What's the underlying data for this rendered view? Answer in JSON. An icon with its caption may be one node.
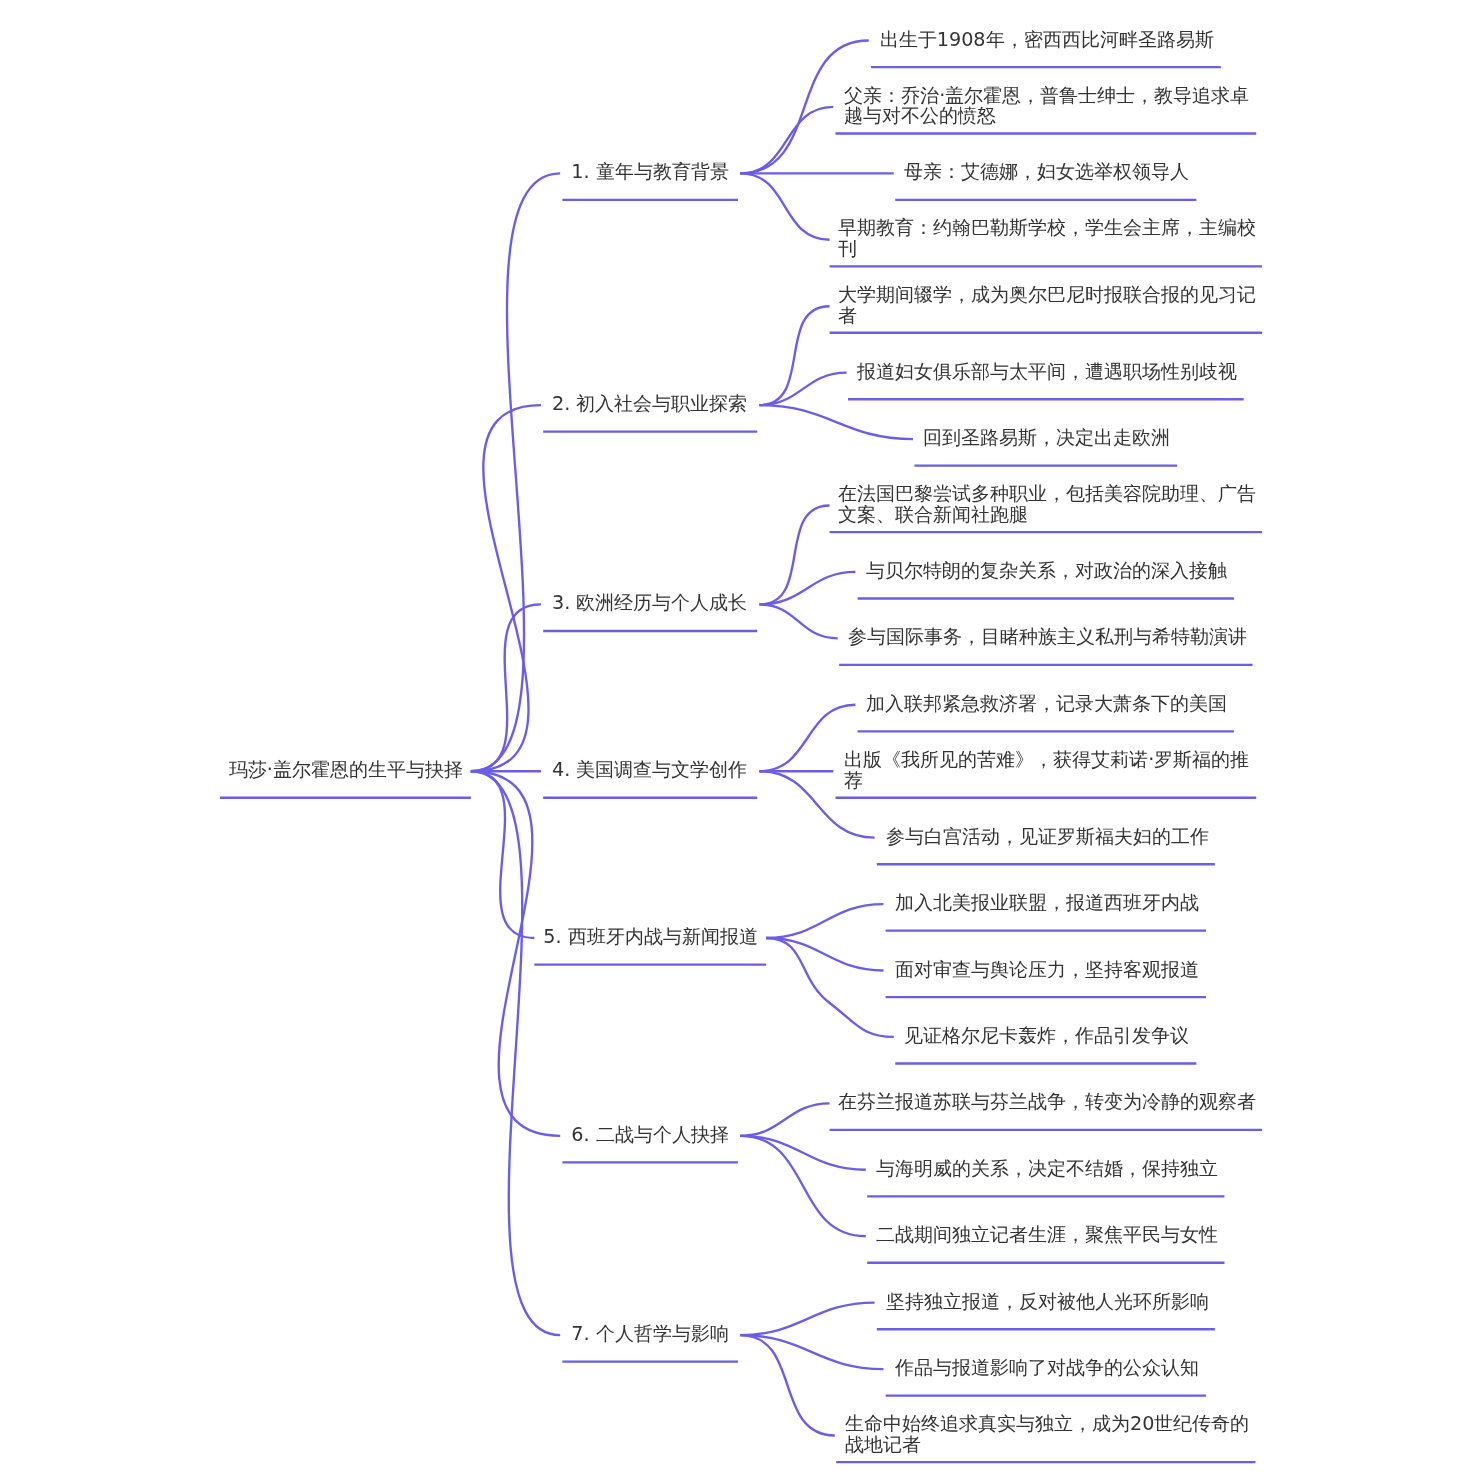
{
  "diagram": {
    "nodes": [
      {
        "text": [
          "玛莎·盖尔霍恩的生平与抉择"
        ]
      },
      {
        "text": [
          "1. 童年与教育背景"
        ]
      },
      {
        "text": [
          "出生于1908年，密西西比河畔圣路易斯"
        ]
      },
      {
        "text": [
          "父亲：乔治·盖尔霍恩，普鲁士绅士，教导追求卓越与对不公的愤怒"
        ]
      },
      {
        "text": [
          "母亲：艾德娜，妇女选举权领导人"
        ]
      },
      {
        "text": [
          "早期教育：约翰巴勒斯学校，学生会主席，主编校刊"
        ]
      },
      {
        "text": [
          "2. 初入社会与职业探索"
        ]
      },
      {
        "text": [
          "大学期间辍学，成为奥尔巴尼时报联合报的见习记者"
        ]
      },
      {
        "text": [
          "报道妇女俱乐部与太平间，遭遇职场性别歧视"
        ]
      },
      {
        "text": [
          "回到圣路易斯，决定出走欧洲"
        ]
      },
      {
        "text": [
          "3. 欧洲经历与个人成长"
        ]
      },
      {
        "text": [
          "在法国巴黎尝试多种职业，包括美容院助理、广告文案、联合新闻社跑腿"
        ]
      },
      {
        "text": [
          "与贝尔特朗的复杂关系，对政治的深入接触"
        ]
      },
      {
        "text": [
          "参与国际事务，目睹种族主义私刑与希特勒演讲"
        ]
      },
      {
        "text": [
          "4. 美国调查与文学创作"
        ]
      },
      {
        "text": [
          "加入联邦紧急救济署，记录大萧条下的美国"
        ]
      },
      {
        "text": [
          "出版《我所见的苦难》，获得艾莉诺·罗斯福的推荐"
        ]
      },
      {
        "text": [
          "参与白宫活动，见证罗斯福夫妇的工作"
        ]
      },
      {
        "text": [
          "5. 西班牙内战与新闻报道"
        ]
      },
      {
        "text": [
          "加入北美报业联盟，报道西班牙内战"
        ]
      },
      {
        "text": [
          "面对审查与舆论压力，坚持客观报道"
        ]
      },
      {
        "text": [
          "见证格尔尼卡轰炸，作品引发争议"
        ]
      },
      {
        "text": [
          "6. 二战与个人抉择"
        ]
      },
      {
        "text": [
          "在芬兰报道苏联与芬兰战争，转变为冷静的观察者"
        ]
      },
      {
        "text": [
          "与海明威的关系，决定不结婚，保持独立"
        ]
      },
      {
        "text": [
          "二战期间独立记者生涯，聚焦平民与女性"
        ]
      },
      {
        "text": [
          "7. 个人哲学与影响"
        ]
      },
      {
        "text": [
          "坚持独立报道，反对被他人光环所影响"
        ]
      },
      {
        "text": [
          "作品与报道影响了对战争的公众认知"
        ]
      },
      {
        "text": [
          "生命中始终追求真实与独立，成为20世纪传奇的战地记者"
        ]
      }
    ],
    "edges": [
      {
        "from": 0,
        "to": 1,
        "arrow": "none"
      },
      {
        "from": 1,
        "to": 2,
        "arrow": "none"
      },
      {
        "from": 1,
        "to": 3,
        "arrow": "none"
      },
      {
        "from": 1,
        "to": 4,
        "arrow": "none"
      },
      {
        "from": 1,
        "to": 5,
        "arrow": "none"
      },
      {
        "from": 0,
        "to": 6,
        "arrow": "none"
      },
      {
        "from": 6,
        "to": 7,
        "arrow": "none"
      },
      {
        "from": 6,
        "to": 8,
        "arrow": "none"
      },
      {
        "from": 6,
        "to": 9,
        "arrow": "none"
      },
      {
        "from": 0,
        "to": 10,
        "arrow": "none"
      },
      {
        "from": 10,
        "to": 11,
        "arrow": "none"
      },
      {
        "from": 10,
        "to": 12,
        "arrow": "none"
      },
      {
        "from": 10,
        "to": 13,
        "arrow": "none"
      },
      {
        "from": 0,
        "to": 14,
        "arrow": "none"
      },
      {
        "from": 14,
        "to": 15,
        "arrow": "none"
      },
      {
        "from": 14,
        "to": 16,
        "arrow": "none"
      },
      {
        "from": 14,
        "to": 17,
        "arrow": "none"
      },
      {
        "from": 0,
        "to": 18,
        "arrow": "none"
      },
      {
        "from": 18,
        "to": 19,
        "arrow": "none"
      },
      {
        "from": 18,
        "to": 20,
        "arrow": "none"
      },
      {
        "from": 18,
        "to": 21,
        "arrow": "none"
      },
      {
        "from": 0,
        "to": 22,
        "arrow": "none"
      },
      {
        "from": 22,
        "to": 23,
        "arrow": "none"
      },
      {
        "from": 22,
        "to": 24,
        "arrow": "none"
      },
      {
        "from": 22,
        "to": 25,
        "arrow": "none"
      },
      {
        "from": 0,
        "to": 26,
        "arrow": "none"
      },
      {
        "from": 26,
        "to": 27,
        "arrow": "none"
      },
      {
        "from": 26,
        "to": 28,
        "arrow": "none"
      },
      {
        "from": 26,
        "to": 29,
        "arrow": "none"
      }
    ]
  }
}
